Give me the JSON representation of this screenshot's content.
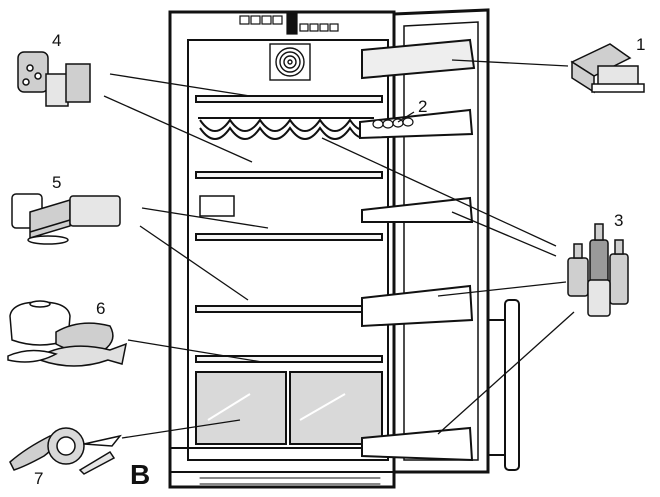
{
  "figure": {
    "panel_letter": "B",
    "labels": [
      {
        "id": "1",
        "food": "cheese-and-butter"
      },
      {
        "id": "2",
        "food": "eggs"
      },
      {
        "id": "3",
        "food": "bottles-and-cans"
      },
      {
        "id": "4",
        "food": "jars-and-tins"
      },
      {
        "id": "5",
        "food": "dairy-and-cake"
      },
      {
        "id": "6",
        "food": "meat-and-fish"
      },
      {
        "id": "7",
        "food": "vegetables"
      }
    ],
    "colors": {
      "line": "#111111",
      "food_fill": "#cfcfcf",
      "tray_fill": "#d9d9d9",
      "background": "#ffffff"
    }
  }
}
